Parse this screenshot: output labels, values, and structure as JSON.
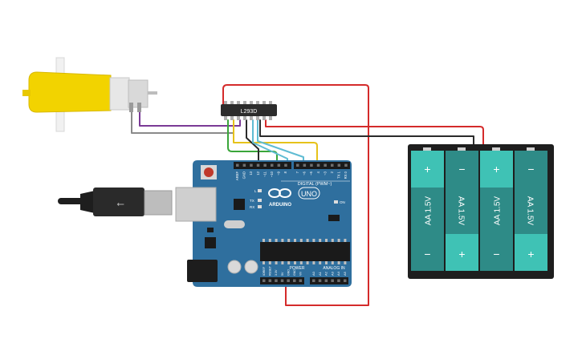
{
  "driver": {
    "chip_label": "L293D"
  },
  "arduino": {
    "logo_text": "ARDUINO",
    "model_text": "UNO",
    "digital_label": "DIGITAL (PWM~)",
    "analog_label": "ANALOG IN",
    "power_label": "POWER",
    "on_label": "ON",
    "l_label": "L",
    "tx_label": "TX",
    "rx_label": "RX",
    "top_pins": [
      "AREF",
      "GND",
      "13",
      "12",
      "~11",
      "~10",
      "~9",
      "8",
      "7",
      "~6",
      "~5",
      "4",
      "~3",
      "2",
      "TX 1",
      "RX 0"
    ],
    "power_pins": [
      "IOREF",
      "RESET",
      "3.3V",
      "5V",
      "GND",
      "GND",
      "Vin"
    ],
    "analog_pins": [
      "A0",
      "A1",
      "A2",
      "A3",
      "A4",
      "A5"
    ]
  },
  "battery": {
    "cells": [
      {
        "label": "AA 1.5V",
        "top_symbol": "+",
        "bottom_symbol": "−",
        "flipped": false
      },
      {
        "label": "AA 1.5V",
        "top_symbol": "−",
        "bottom_symbol": "+",
        "flipped": true
      },
      {
        "label": "AA 1.5V",
        "top_symbol": "+",
        "bottom_symbol": "−",
        "flipped": false
      },
      {
        "label": "AA 1.5V",
        "top_symbol": "−",
        "bottom_symbol": "+",
        "flipped": true
      }
    ]
  },
  "colors": {
    "wire_red": "#d42b2b",
    "wire_black": "#2b2b2b",
    "wire_purple": "#7a3a96",
    "wire_gray": "#8a8a8a",
    "wire_yellow": "#e6c21a",
    "wire_green": "#3aa63a",
    "wire_teal": "#5fbcd3",
    "board_blue": "#2f6f9e",
    "motor_yellow": "#f2d300",
    "cell_teal": "#2e8b87",
    "cell_cap": "#3fc2b5"
  }
}
